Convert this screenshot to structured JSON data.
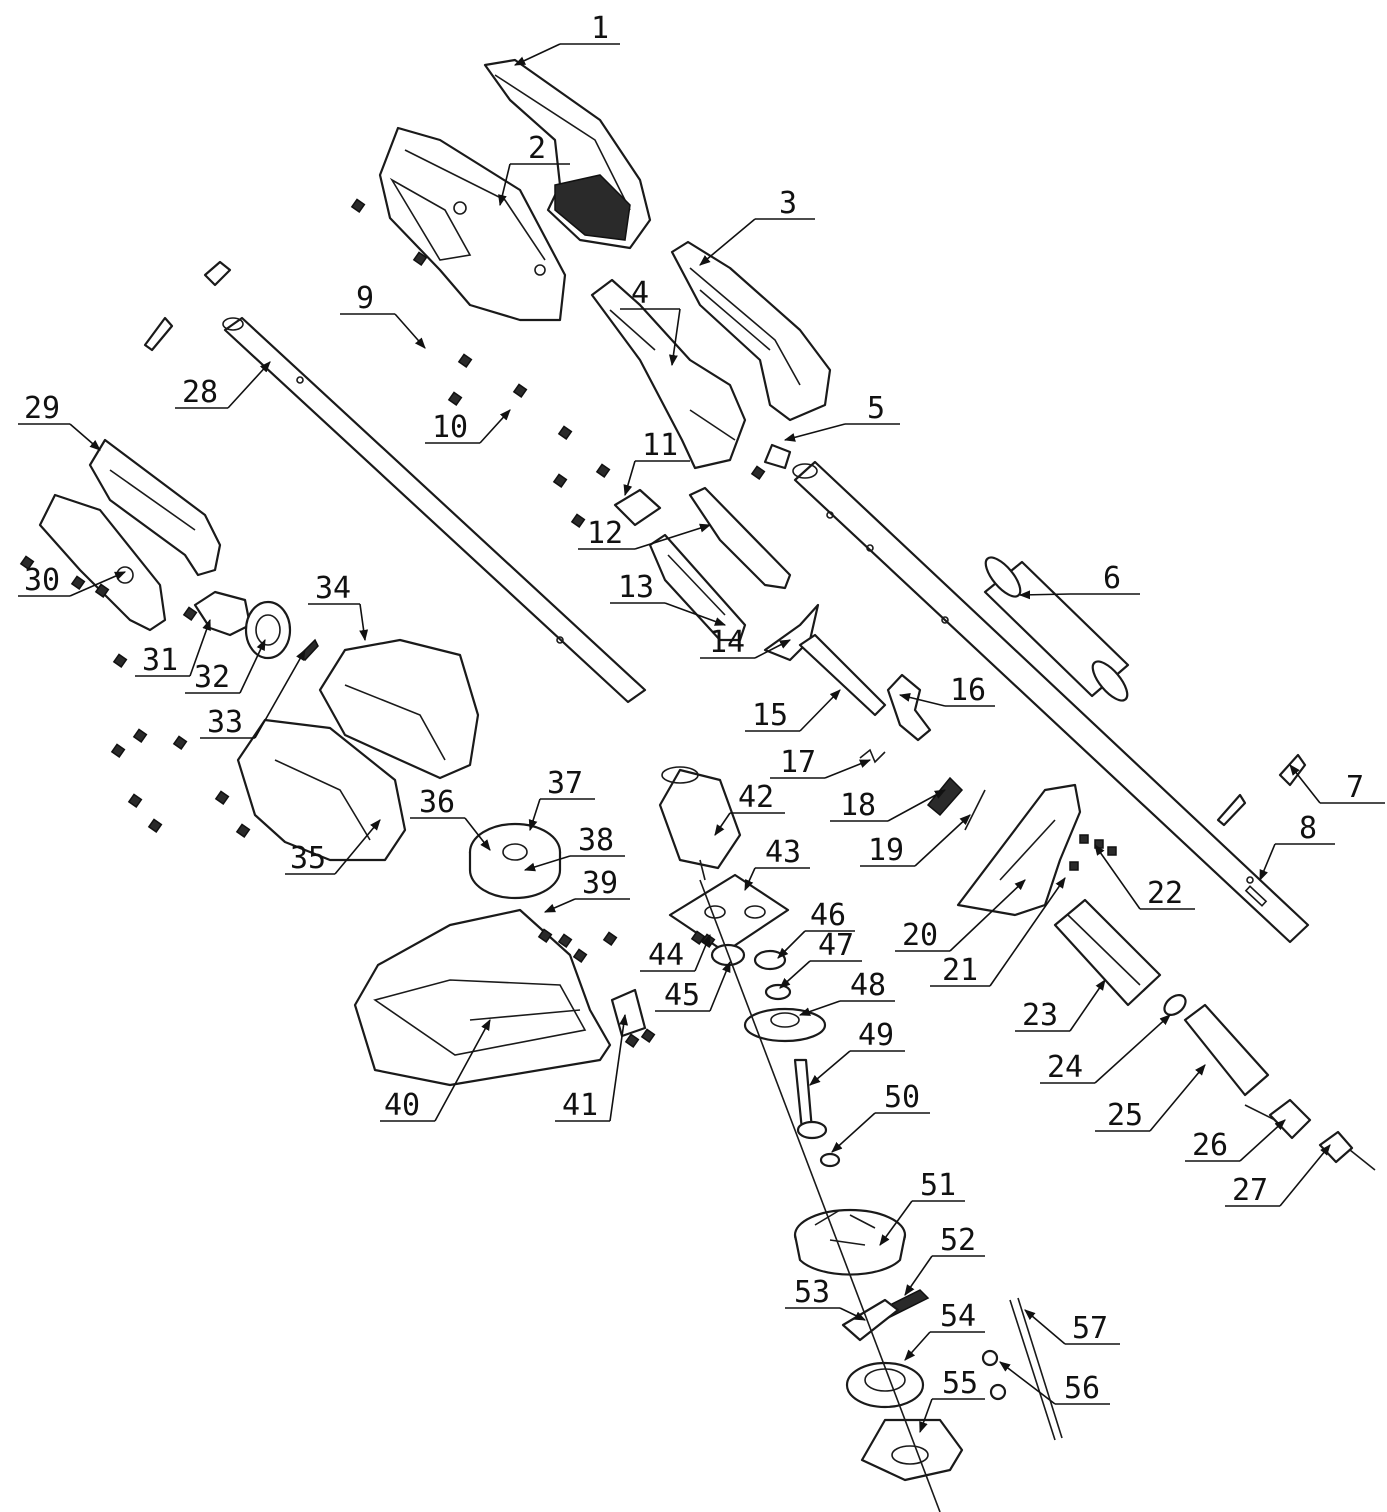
{
  "callouts": [
    "1",
    "2",
    "3",
    "4",
    "5",
    "6",
    "7",
    "8",
    "9",
    "10",
    "11",
    "12",
    "13",
    "14",
    "15",
    "16",
    "17",
    "18",
    "19",
    "20",
    "21",
    "22",
    "23",
    "24",
    "25",
    "26",
    "27",
    "28",
    "29",
    "30",
    "31",
    "32",
    "33",
    "34",
    "35",
    "36",
    "37",
    "38",
    "39",
    "40",
    "41",
    "42",
    "43",
    "44",
    "45",
    "46",
    "47",
    "48",
    "49",
    "50",
    "51",
    "52",
    "53",
    "54",
    "55",
    "56",
    "57"
  ],
  "colors": {
    "line": "#1a1a1a",
    "background": "#ffffff"
  }
}
